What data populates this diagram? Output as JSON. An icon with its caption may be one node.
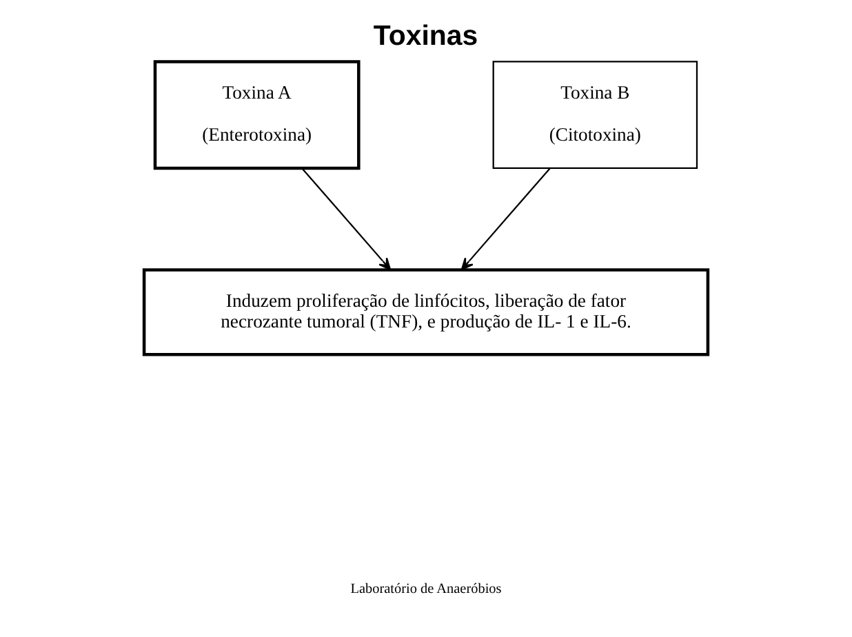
{
  "diagram": {
    "title": "Toxinas",
    "nodes": [
      {
        "text": [
          "Toxina A",
          "(Enterotoxina)"
        ]
      },
      {
        "text": [
          "Toxina B",
          "(Citotoxina)"
        ]
      },
      {
        "text": [
          "Induzem proliferação de linfócitos, liberação de fator necrozante tumoral (TNF), e produção de IL- 1 e IL-6."
        ]
      }
    ],
    "edges": [
      {
        "from": 0,
        "to": 2,
        "arrow": "to"
      },
      {
        "from": 1,
        "to": 2,
        "arrow": "to"
      }
    ],
    "labels": [
      "Laboratório de Anaeróbios"
    ]
  }
}
